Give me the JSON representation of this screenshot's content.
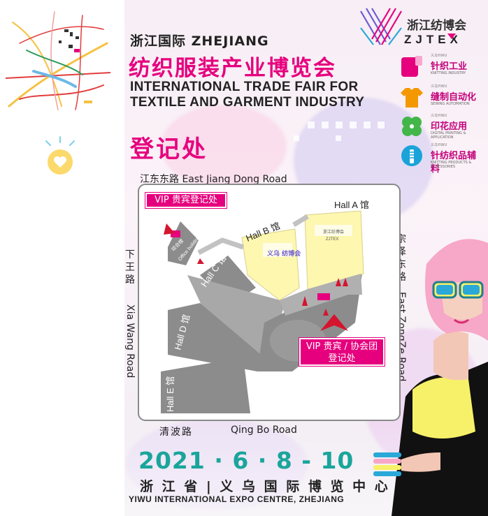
{
  "header": {
    "cn_line1": "浙江国际 ZHEJIANG",
    "cn_title": "纺织服装产业博览会",
    "en_line1": "INTERNATIONAL TRADE FAIR FOR",
    "en_line2": "TEXTILE AND GARMENT INDUSTRY",
    "registration": "登记处"
  },
  "brand": {
    "cn": "浙江纺博会",
    "en": "ZJTEX"
  },
  "categories": [
    {
      "small": "义乌YIWU",
      "cn": "针织工业",
      "en": "KNITTING INDUSTRY",
      "color": "#e6007e"
    },
    {
      "small": "义乌YIWU",
      "cn": "缝制自动化",
      "en": "SEWING AUTOMATION",
      "color": "#f39800"
    },
    {
      "small": "义乌YIWU",
      "cn": "印花应用",
      "en": "DIGITAL PRINTING & APPLICATION",
      "color": "#43b649"
    },
    {
      "small": "义乌YIWU",
      "cn": "针纺织品辅料",
      "en": "KNITTING PRODUCTS & ACCESSORIES",
      "color": "#1aa3d9"
    }
  ],
  "map": {
    "road_north": "江东东路 East Jiang Dong Road",
    "road_south_cn": "清波路",
    "road_south_en": "Qing Bo Road",
    "road_west_cn": "下王路",
    "road_west_en": "Xia Wang Road",
    "road_east_cn": "宗泽东路",
    "road_east_en": "East ZongZe Road",
    "vip_box_1": "VIP 贵宾登记处",
    "vip_box_2_line1": "VIP 贵宾 / 协会团",
    "vip_box_2_line2": "登记处",
    "hall_a": "Hall A 馆",
    "hall_b": "Hall B 馆",
    "hall_c": "Hall C 馆",
    "hall_d": "Hall D 馆",
    "hall_e": "Hall E 馆",
    "office_cn": "综合楼",
    "office_en": "Office building",
    "hall_brand_cn": "浙江纺博会",
    "hall_brand_en": "ZJTEX",
    "hall_small_logo_cn": "义乌 纺博会"
  },
  "footer": {
    "date": "2021 · 6 · 8 - 10",
    "venue_cn": "浙 江 省 | 义 乌 国 际 博 览 中 心",
    "venue_en": "YIWU INTERNATIONAL EXPO CENTRE, ZHEJIANG"
  },
  "colors": {
    "magenta": "#e6007e",
    "teal": "#1aa59b",
    "hall_yellow": "#fdf7b0",
    "hall_gray": "#8c8c8c"
  }
}
